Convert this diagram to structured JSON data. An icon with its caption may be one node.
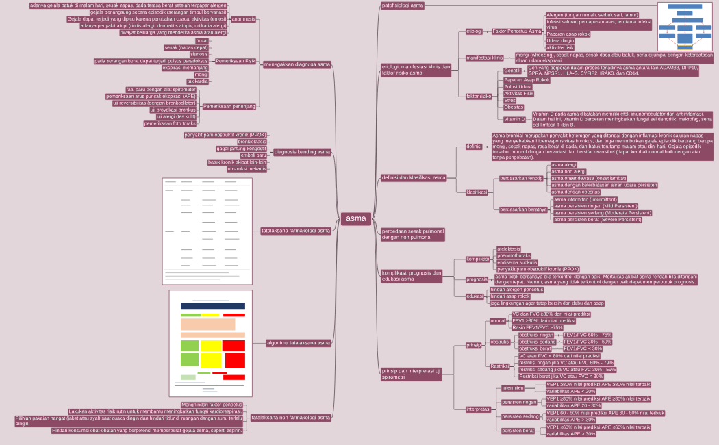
{
  "diagram": {
    "nodes": [
      {
        "text": [
          "asma"
        ]
      },
      {
        "text": [
          "patofisiologi asma"
        ]
      },
      {
        "text": [],
        "shape": "picture"
      },
      {
        "text": [
          "etiologi, manifestasi klinis dan faktor risiko asma"
        ]
      },
      {
        "text": [
          "etiologi"
        ]
      },
      {
        "text": [
          "Faktor Pencetus Asma"
        ]
      },
      {
        "text": [
          "Alergen (tungau rumah, serbuk sari, jamur)"
        ]
      },
      {
        "text": [
          "Infeksi saluran pernapasan atas, terutama infeksi virus"
        ]
      },
      {
        "text": [
          "Paparan asap rokok"
        ]
      },
      {
        "text": [
          "Udara dingin"
        ]
      },
      {
        "text": [
          "aktivitas fisik"
        ]
      },
      {
        "text": [
          "manifestasi klinis"
        ]
      },
      {
        "text": [
          "mengi (wheezing), sesak napas, sesak dada atau batuk, serta dijumpai dengan keterbatasan aliran udara ekspirasi"
        ]
      },
      {
        "text": [
          "faktor risiko"
        ]
      },
      {
        "text": [
          "Genetik"
        ]
      },
      {
        "text": [
          "Gen yang berperan dalam proses terjadinya asma antara lain ADAM33, DPP10, GPRA, NPSR1, HLA-G, CYFIP2, IRAK3, dan CD14."
        ]
      },
      {
        "text": [
          "Paparan Asap Rokok"
        ]
      },
      {
        "text": [
          "Polusi Udara"
        ]
      },
      {
        "text": [
          "Aktivitas Fisik"
        ]
      },
      {
        "text": [
          "Stres"
        ]
      },
      {
        "text": [
          "Obesitas"
        ]
      },
      {
        "text": [
          "Vitamin D"
        ]
      },
      {
        "text": [
          "Vitamin D pada asma dikatakan memiliki efek imunomodulator dan antiinflamasi. Dalam hal ini, vitamin D berperan meningkatkan fungsi sel dendritik, makrofag, serta sel limfosit T dan B."
        ]
      },
      {
        "text": [
          "definisi dan klasifikasi asma"
        ]
      },
      {
        "text": [
          "definisi"
        ]
      },
      {
        "text": [
          "Asma bronkial merupakan penyakit heterogen yang ditandai dengan inflamasi kronik saluran napas yang menyebabkan hiperresponsivitas bronkus, dan juga menimbulkan gejala episodik berulang berupa mengi, sesak napas, rasa berat di dada, dan batuk terutama malam atau dini hari. Gejala episodik tersebut muncul dengan bervariasi dan bersifat reversibel (dapat kembali normal baik dengan atau tanpa pengobatan)."
        ]
      },
      {
        "text": [
          "klasifikasi"
        ]
      },
      {
        "text": [
          "berdasarkan fenotip"
        ]
      },
      {
        "text": [
          "asma alergi"
        ]
      },
      {
        "text": [
          "asma non alergi"
        ]
      },
      {
        "text": [
          "asma onset dewasa (onset lambat)"
        ]
      },
      {
        "text": [
          "asma dengan keterbatasan aliran udara persisten"
        ]
      },
      {
        "text": [
          "asma dengan obesitas"
        ]
      },
      {
        "text": [
          "berdasarkan beratnya"
        ]
      },
      {
        "text": [
          "asma intermiten (Intermittent)"
        ]
      },
      {
        "text": [
          "asma persisten ringan (Mild Persistent)"
        ]
      },
      {
        "text": [
          "asma persisten sedang (Moderate Persistent)"
        ]
      },
      {
        "text": [
          "asma persisten berat (Severe Persistent)"
        ]
      },
      {
        "text": [
          "perbedaan sesak pulmonal dengan non pulmonal"
        ]
      },
      {
        "text": [
          "komplikasi, prognosis dan edukasi asma"
        ]
      },
      {
        "text": [
          "komplikasi"
        ]
      },
      {
        "text": [
          "atelektasis"
        ]
      },
      {
        "text": [
          "pneumothoraks"
        ]
      },
      {
        "text": [
          "emfisema subkutis"
        ]
      },
      {
        "text": [
          "penyakit paru obstruktif kronis (PPOK)"
        ]
      },
      {
        "text": [
          "prognosis"
        ]
      },
      {
        "text": [
          "asma tidak berbahaya bila terkontrol dengan baik. Mortalitas akibat asma rendah bila ditangani dengan tepat. Namun, asma yang tidak terkontrol dengan baik dapat memperburuk prognosis."
        ]
      },
      {
        "text": [
          "edukasi"
        ]
      },
      {
        "text": [
          "hindari alergen pencetus"
        ]
      },
      {
        "text": [
          "hindari asap rokok"
        ]
      },
      {
        "text": [
          "jaga lingkungan agar tetap bersih dari debu dan asap"
        ]
      },
      {
        "text": [
          "prinsip dan interpretasi uji spirometri"
        ]
      },
      {
        "text": [
          "prinsip"
        ]
      },
      {
        "text": [
          "normal"
        ]
      },
      {
        "text": [
          "VC dan FVC ≥80% dari nilai prediksi"
        ]
      },
      {
        "text": [
          "FEV1 ≥80% dari nilai prediksi"
        ]
      },
      {
        "text": [
          "Rasio FEV1/FVC ≥75%"
        ]
      },
      {
        "text": [
          "obstruksi"
        ]
      },
      {
        "text": [
          "obstruksi ringan"
        ]
      },
      {
        "text": [
          "FEV1/FVC 60% - 75%"
        ]
      },
      {
        "text": [
          "obstruksi sedang"
        ]
      },
      {
        "text": [
          "FEV1/FVC 30% - 59%"
        ]
      },
      {
        "text": [
          "obstruksi berat"
        ]
      },
      {
        "text": [
          "FEV1/FVC < 30%"
        ]
      },
      {
        "text": [
          "Restriksi"
        ]
      },
      {
        "text": [
          "VC atau FVC < 80% dari nilai prediksi"
        ]
      },
      {
        "text": [
          "restriksi ringan jika VC atau FVC 60% - 79%"
        ]
      },
      {
        "text": [
          "restriksi sedang jika VC atau FVC 30% - 59%"
        ]
      },
      {
        "text": [
          "Restriksi berat jika VC atau FVC < 30%"
        ]
      },
      {
        "text": [
          "interpretasi"
        ]
      },
      {
        "text": [
          "Intermiten"
        ]
      },
      {
        "text": [
          "VEP1 ≥80% nilai prediksi APE ≥80% nilai terbaik"
        ]
      },
      {
        "text": [
          "variabilitas APE < 20%"
        ]
      },
      {
        "text": [
          "persisten ringan"
        ]
      },
      {
        "text": [
          "VEP1 ≥80% nilai prediksi APE ≥80% nilai terbaik"
        ]
      },
      {
        "text": [
          "variabilitas APE 20 - 30%"
        ]
      },
      {
        "text": [
          "persisten sedang"
        ]
      },
      {
        "text": [
          "VEP1 60 - 80% nilai prediksi APE 60 - 80% nilai terbaik"
        ]
      },
      {
        "text": [
          "variabilitas APE > 30%"
        ]
      },
      {
        "text": [
          "persisten berat"
        ]
      },
      {
        "text": [
          "VEP1 ≤60% nilai prediksi APE ≤60% nilai terbaik"
        ]
      },
      {
        "text": [
          "variabilitas APE > 30%"
        ]
      },
      {
        "text": [
          "menegakkan diagnosa asma"
        ]
      },
      {
        "text": [
          "anamnesis"
        ]
      },
      {
        "text": [
          "adanya gejala batuk di malam hari, sesak napas, dada terasa berat setelah terpapar alergen"
        ]
      },
      {
        "text": [
          "gejala berlangsung secara episodik (serangan timbul bervariasi)"
        ]
      },
      {
        "text": [
          "Gejala dapat terjadi yang dipicu karena perubahan cuaca, aktivitas (emosi)"
        ]
      },
      {
        "text": [
          "adanya penyakit atopi (rinitis alergi, dermatitis atopik, urtikaria alergi)"
        ]
      },
      {
        "text": [
          "riwayat keluarga yang menderita asma atau alergi"
        ]
      },
      {
        "text": [
          "Pemeriksaan Fisik"
        ]
      },
      {
        "text": [
          "pucat"
        ]
      },
      {
        "text": [
          "sesak (napas cepat)"
        ]
      },
      {
        "text": [
          "sianosis"
        ]
      },
      {
        "text": [
          "pada serangan berat dapat terjadi pulsus paradoksus"
        ]
      },
      {
        "text": [
          "ekspirasi memanjang"
        ]
      },
      {
        "text": [
          "mengi"
        ]
      },
      {
        "text": [
          "takikardia"
        ]
      },
      {
        "text": [
          "Pemeriksaan penunjang"
        ]
      },
      {
        "text": [
          "faal paru dengan alat spirometer"
        ]
      },
      {
        "text": [
          "pemeriksaan arus puncak ekspirasi (APE)"
        ]
      },
      {
        "text": [
          "uji reversibilitas (dengan bronkodilator)"
        ]
      },
      {
        "text": [
          "uji provokasi bronkus"
        ]
      },
      {
        "text": [
          "uji alergi (tes kulit)"
        ]
      },
      {
        "text": [
          "pemeriksaan foto toraks"
        ]
      },
      {
        "text": [
          "diagnosis banding asma"
        ]
      },
      {
        "text": [
          "penyakit paru obstruktif kronik (PPOK)"
        ]
      },
      {
        "text": [
          "bronkiektasis"
        ]
      },
      {
        "text": [
          "gagal jantung kongestif"
        ]
      },
      {
        "text": [
          "emboli paru"
        ]
      },
      {
        "text": [
          "batuk kronik akibat lain-lain"
        ]
      },
      {
        "text": [
          "obstruksi mekanis"
        ]
      },
      {
        "text": [
          "tatalaksana farmakologi asma"
        ]
      },
      {
        "text": [],
        "shape": "picture"
      },
      {
        "text": [
          "algoritma tatalaksana asma"
        ]
      },
      {
        "text": [],
        "shape": "picture"
      },
      {
        "text": [
          "tatalaksana non farmakologi asma"
        ]
      },
      {
        "text": [
          "Menghindari faktor pencetus"
        ]
      },
      {
        "text": [
          "Lakukan aktivitas fisik rutin untuk membantu meningkatkan fungsi kardiorespirasi."
        ]
      },
      {
        "text": [
          "Pilihlah pakaian hangat (jaket atau syal) saat cuaca dingin dan hindari tidur di ruangan dengan suhu terlalu dingin."
        ]
      },
      {
        "text": [
          "Hindari konsumsi obat-obatan yang berpotensi memperberat gejala asma, seperti aspirin."
        ]
      }
    ],
    "edges": [
      {
        "from": 0,
        "to": 1,
        "arrow": "none"
      },
      {
        "from": 1,
        "to": 2,
        "arrow": "none"
      },
      {
        "from": 0,
        "to": 3,
        "arrow": "none"
      },
      {
        "from": 3,
        "to": 4,
        "arrow": "none"
      },
      {
        "from": 4,
        "to": 5,
        "arrow": "none"
      },
      {
        "from": 5,
        "to": 6,
        "arrow": "none"
      },
      {
        "from": 5,
        "to": 7,
        "arrow": "none"
      },
      {
        "from": 5,
        "to": 8,
        "arrow": "none"
      },
      {
        "from": 5,
        "to": 9,
        "arrow": "none"
      },
      {
        "from": 5,
        "to": 10,
        "arrow": "none"
      },
      {
        "from": 3,
        "to": 11,
        "arrow": "none"
      },
      {
        "from": 11,
        "to": 12,
        "arrow": "none"
      },
      {
        "from": 3,
        "to": 13,
        "arrow": "none"
      },
      {
        "from": 13,
        "to": 14,
        "arrow": "none"
      },
      {
        "from": 14,
        "to": 15,
        "arrow": "none"
      },
      {
        "from": 13,
        "to": 16,
        "arrow": "none"
      },
      {
        "from": 13,
        "to": 17,
        "arrow": "none"
      },
      {
        "from": 13,
        "to": 18,
        "arrow": "none"
      },
      {
        "from": 13,
        "to": 19,
        "arrow": "none"
      },
      {
        "from": 13,
        "to": 20,
        "arrow": "none"
      },
      {
        "from": 13,
        "to": 21,
        "arrow": "none"
      },
      {
        "from": 21,
        "to": 22,
        "arrow": "none"
      },
      {
        "from": 0,
        "to": 23,
        "arrow": "none"
      },
      {
        "from": 23,
        "to": 24,
        "arrow": "none"
      },
      {
        "from": 24,
        "to": 25,
        "arrow": "none"
      },
      {
        "from": 23,
        "to": 26,
        "arrow": "none"
      },
      {
        "from": 26,
        "to": 27,
        "arrow": "none"
      },
      {
        "from": 27,
        "to": 28,
        "arrow": "none"
      },
      {
        "from": 27,
        "to": 29,
        "arrow": "none"
      },
      {
        "from": 27,
        "to": 30,
        "arrow": "none"
      },
      {
        "from": 27,
        "to": 31,
        "arrow": "none"
      },
      {
        "from": 27,
        "to": 32,
        "arrow": "none"
      },
      {
        "from": 26,
        "to": 33,
        "arrow": "none"
      },
      {
        "from": 33,
        "to": 34,
        "arrow": "none"
      },
      {
        "from": 33,
        "to": 35,
        "arrow": "none"
      },
      {
        "from": 33,
        "to": 36,
        "arrow": "none"
      },
      {
        "from": 33,
        "to": 37,
        "arrow": "none"
      },
      {
        "from": 0,
        "to": 38,
        "arrow": "none"
      },
      {
        "from": 0,
        "to": 39,
        "arrow": "none"
      },
      {
        "from": 39,
        "to": 40,
        "arrow": "none"
      },
      {
        "from": 40,
        "to": 41,
        "arrow": "none"
      },
      {
        "from": 40,
        "to": 42,
        "arrow": "none"
      },
      {
        "from": 40,
        "to": 43,
        "arrow": "none"
      },
      {
        "from": 40,
        "to": 44,
        "arrow": "none"
      },
      {
        "from": 39,
        "to": 45,
        "arrow": "none"
      },
      {
        "from": 45,
        "to": 46,
        "arrow": "none"
      },
      {
        "from": 39,
        "to": 47,
        "arrow": "none"
      },
      {
        "from": 47,
        "to": 48,
        "arrow": "none"
      },
      {
        "from": 47,
        "to": 49,
        "arrow": "none"
      },
      {
        "from": 47,
        "to": 50,
        "arrow": "none"
      },
      {
        "from": 0,
        "to": 51,
        "arrow": "none"
      },
      {
        "from": 51,
        "to": 52,
        "arrow": "none"
      },
      {
        "from": 52,
        "to": 53,
        "arrow": "none"
      },
      {
        "from": 53,
        "to": 54,
        "arrow": "none"
      },
      {
        "from": 53,
        "to": 55,
        "arrow": "none"
      },
      {
        "from": 53,
        "to": 56,
        "arrow": "none"
      },
      {
        "from": 52,
        "to": 57,
        "arrow": "none"
      },
      {
        "from": 57,
        "to": 58,
        "arrow": "none"
      },
      {
        "from": 58,
        "to": 59,
        "arrow": "none"
      },
      {
        "from": 57,
        "to": 60,
        "arrow": "none"
      },
      {
        "from": 60,
        "to": 61,
        "arrow": "none"
      },
      {
        "from": 57,
        "to": 62,
        "arrow": "none"
      },
      {
        "from": 62,
        "to": 63,
        "arrow": "none"
      },
      {
        "from": 52,
        "to": 64,
        "arrow": "none"
      },
      {
        "from": 64,
        "to": 65,
        "arrow": "none"
      },
      {
        "from": 64,
        "to": 66,
        "arrow": "none"
      },
      {
        "from": 64,
        "to": 67,
        "arrow": "none"
      },
      {
        "from": 64,
        "to": 68,
        "arrow": "none"
      },
      {
        "from": 51,
        "to": 69,
        "arrow": "none"
      },
      {
        "from": 69,
        "to": 70,
        "arrow": "none"
      },
      {
        "from": 70,
        "to": 71,
        "arrow": "none"
      },
      {
        "from": 70,
        "to": 72,
        "arrow": "none"
      },
      {
        "from": 69,
        "to": 73,
        "arrow": "none"
      },
      {
        "from": 73,
        "to": 74,
        "arrow": "none"
      },
      {
        "from": 73,
        "to": 75,
        "arrow": "none"
      },
      {
        "from": 69,
        "to": 76,
        "arrow": "none"
      },
      {
        "from": 76,
        "to": 77,
        "arrow": "none"
      },
      {
        "from": 76,
        "to": 78,
        "arrow": "none"
      },
      {
        "from": 69,
        "to": 79,
        "arrow": "none"
      },
      {
        "from": 79,
        "to": 80,
        "arrow": "none"
      },
      {
        "from": 79,
        "to": 81,
        "arrow": "none"
      },
      {
        "from": 0,
        "to": 82,
        "arrow": "none"
      },
      {
        "from": 82,
        "to": 83,
        "arrow": "none"
      },
      {
        "from": 83,
        "to": 84,
        "arrow": "none"
      },
      {
        "from": 83,
        "to": 85,
        "arrow": "none"
      },
      {
        "from": 83,
        "to": 86,
        "arrow": "none"
      },
      {
        "from": 83,
        "to": 87,
        "arrow": "none"
      },
      {
        "from": 83,
        "to": 88,
        "arrow": "none"
      },
      {
        "from": 82,
        "to": 89,
        "arrow": "none"
      },
      {
        "from": 89,
        "to": 90,
        "arrow": "none"
      },
      {
        "from": 89,
        "to": 91,
        "arrow": "none"
      },
      {
        "from": 89,
        "to": 92,
        "arrow": "none"
      },
      {
        "from": 89,
        "to": 93,
        "arrow": "none"
      },
      {
        "from": 89,
        "to": 94,
        "arrow": "none"
      },
      {
        "from": 89,
        "to": 95,
        "arrow": "none"
      },
      {
        "from": 89,
        "to": 96,
        "arrow": "none"
      },
      {
        "from": 82,
        "to": 97,
        "arrow": "none"
      },
      {
        "from": 97,
        "to": 98,
        "arrow": "none"
      },
      {
        "from": 97,
        "to": 99,
        "arrow": "none"
      },
      {
        "from": 97,
        "to": 100,
        "arrow": "none"
      },
      {
        "from": 97,
        "to": 101,
        "arrow": "none"
      },
      {
        "from": 97,
        "to": 102,
        "arrow": "none"
      },
      {
        "from": 97,
        "to": 103,
        "arrow": "none"
      },
      {
        "from": 0,
        "to": 104,
        "arrow": "none"
      },
      {
        "from": 104,
        "to": 105,
        "arrow": "none"
      },
      {
        "from": 104,
        "to": 106,
        "arrow": "none"
      },
      {
        "from": 104,
        "to": 107,
        "arrow": "none"
      },
      {
        "from": 104,
        "to": 108,
        "arrow": "none"
      },
      {
        "from": 104,
        "to": 109,
        "arrow": "none"
      },
      {
        "from": 104,
        "to": 110,
        "arrow": "none"
      },
      {
        "from": 0,
        "to": 111,
        "arrow": "none"
      },
      {
        "from": 111,
        "to": 112,
        "arrow": "none"
      },
      {
        "from": 0,
        "to": 113,
        "arrow": "none"
      },
      {
        "from": 113,
        "to": 114,
        "arrow": "none"
      },
      {
        "from": 0,
        "to": 115,
        "arrow": "none"
      },
      {
        "from": 115,
        "to": 116,
        "arrow": "none"
      },
      {
        "from": 115,
        "to": 117,
        "arrow": "none"
      },
      {
        "from": 115,
        "to": 118,
        "arrow": "none"
      },
      {
        "from": 115,
        "to": 119,
        "arrow": "none"
      }
    ]
  }
}
